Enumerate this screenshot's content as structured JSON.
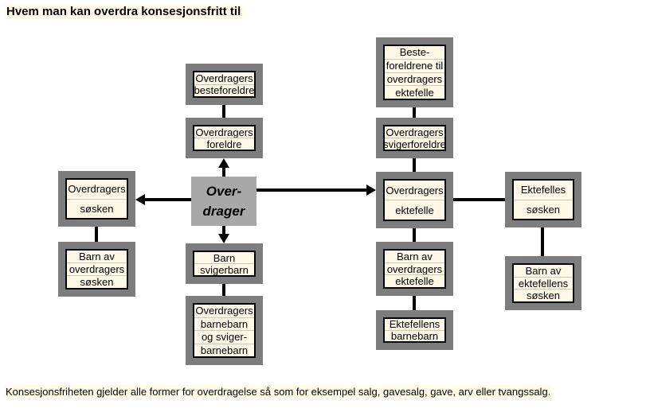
{
  "title": "Hvem man kan overdra konsesjonsfritt til",
  "footer": "Konsesjonsfriheten gjelder alle former for overdragelse så som for eksempel salg, gavesalg, gave, arv eller tvangssalg.",
  "center": {
    "lines": [
      "Over-",
      "drager"
    ]
  },
  "boxes": {
    "besteforeldre": {
      "lines": [
        "Overdragers",
        "besteforeldre"
      ]
    },
    "foreldre": {
      "lines": [
        "Overdragers",
        "foreldre"
      ]
    },
    "soesken": {
      "lines": [
        "Overdragers",
        "søsken"
      ]
    },
    "barn_soesken": {
      "lines": [
        "Barn av",
        "overdragers",
        "søsken"
      ]
    },
    "barn_svigerbarn": {
      "lines": [
        "Barn",
        "svigerbarn"
      ]
    },
    "barnebarn": {
      "lines": [
        "Overdragers",
        "barnebarn",
        "og sviger-",
        "barnebarn"
      ]
    },
    "beste_ektefelle": {
      "lines": [
        "Beste-",
        "foreldrene til",
        "overdragers",
        "ektefelle"
      ]
    },
    "svigerforeldre": {
      "lines": [
        "Overdragers",
        "svigerforeldre"
      ]
    },
    "ektefelle": {
      "lines": [
        "Overdragers",
        "ektefelle"
      ]
    },
    "barn_ektefelle": {
      "lines": [
        "Barn av",
        "overdragers",
        "ektefelle"
      ]
    },
    "ektefellens_barnebarn": {
      "lines": [
        "Ektefellens",
        "barnebarn"
      ]
    },
    "ektefelles_soesken": {
      "lines": [
        "Ektefelles",
        "søsken"
      ]
    },
    "barn_ektefelles_soesken": {
      "lines": [
        "Barn av",
        "ektefellens",
        "søsken"
      ]
    }
  },
  "colors": {
    "frame_gray": "#7d7d7d",
    "center_box_gray": "#a8a8a8",
    "box_fill_cream": "#fff8e7",
    "highlight_cream": "#fffdea",
    "connector_black": "#000000",
    "row_separator": "#ccc9bd"
  }
}
